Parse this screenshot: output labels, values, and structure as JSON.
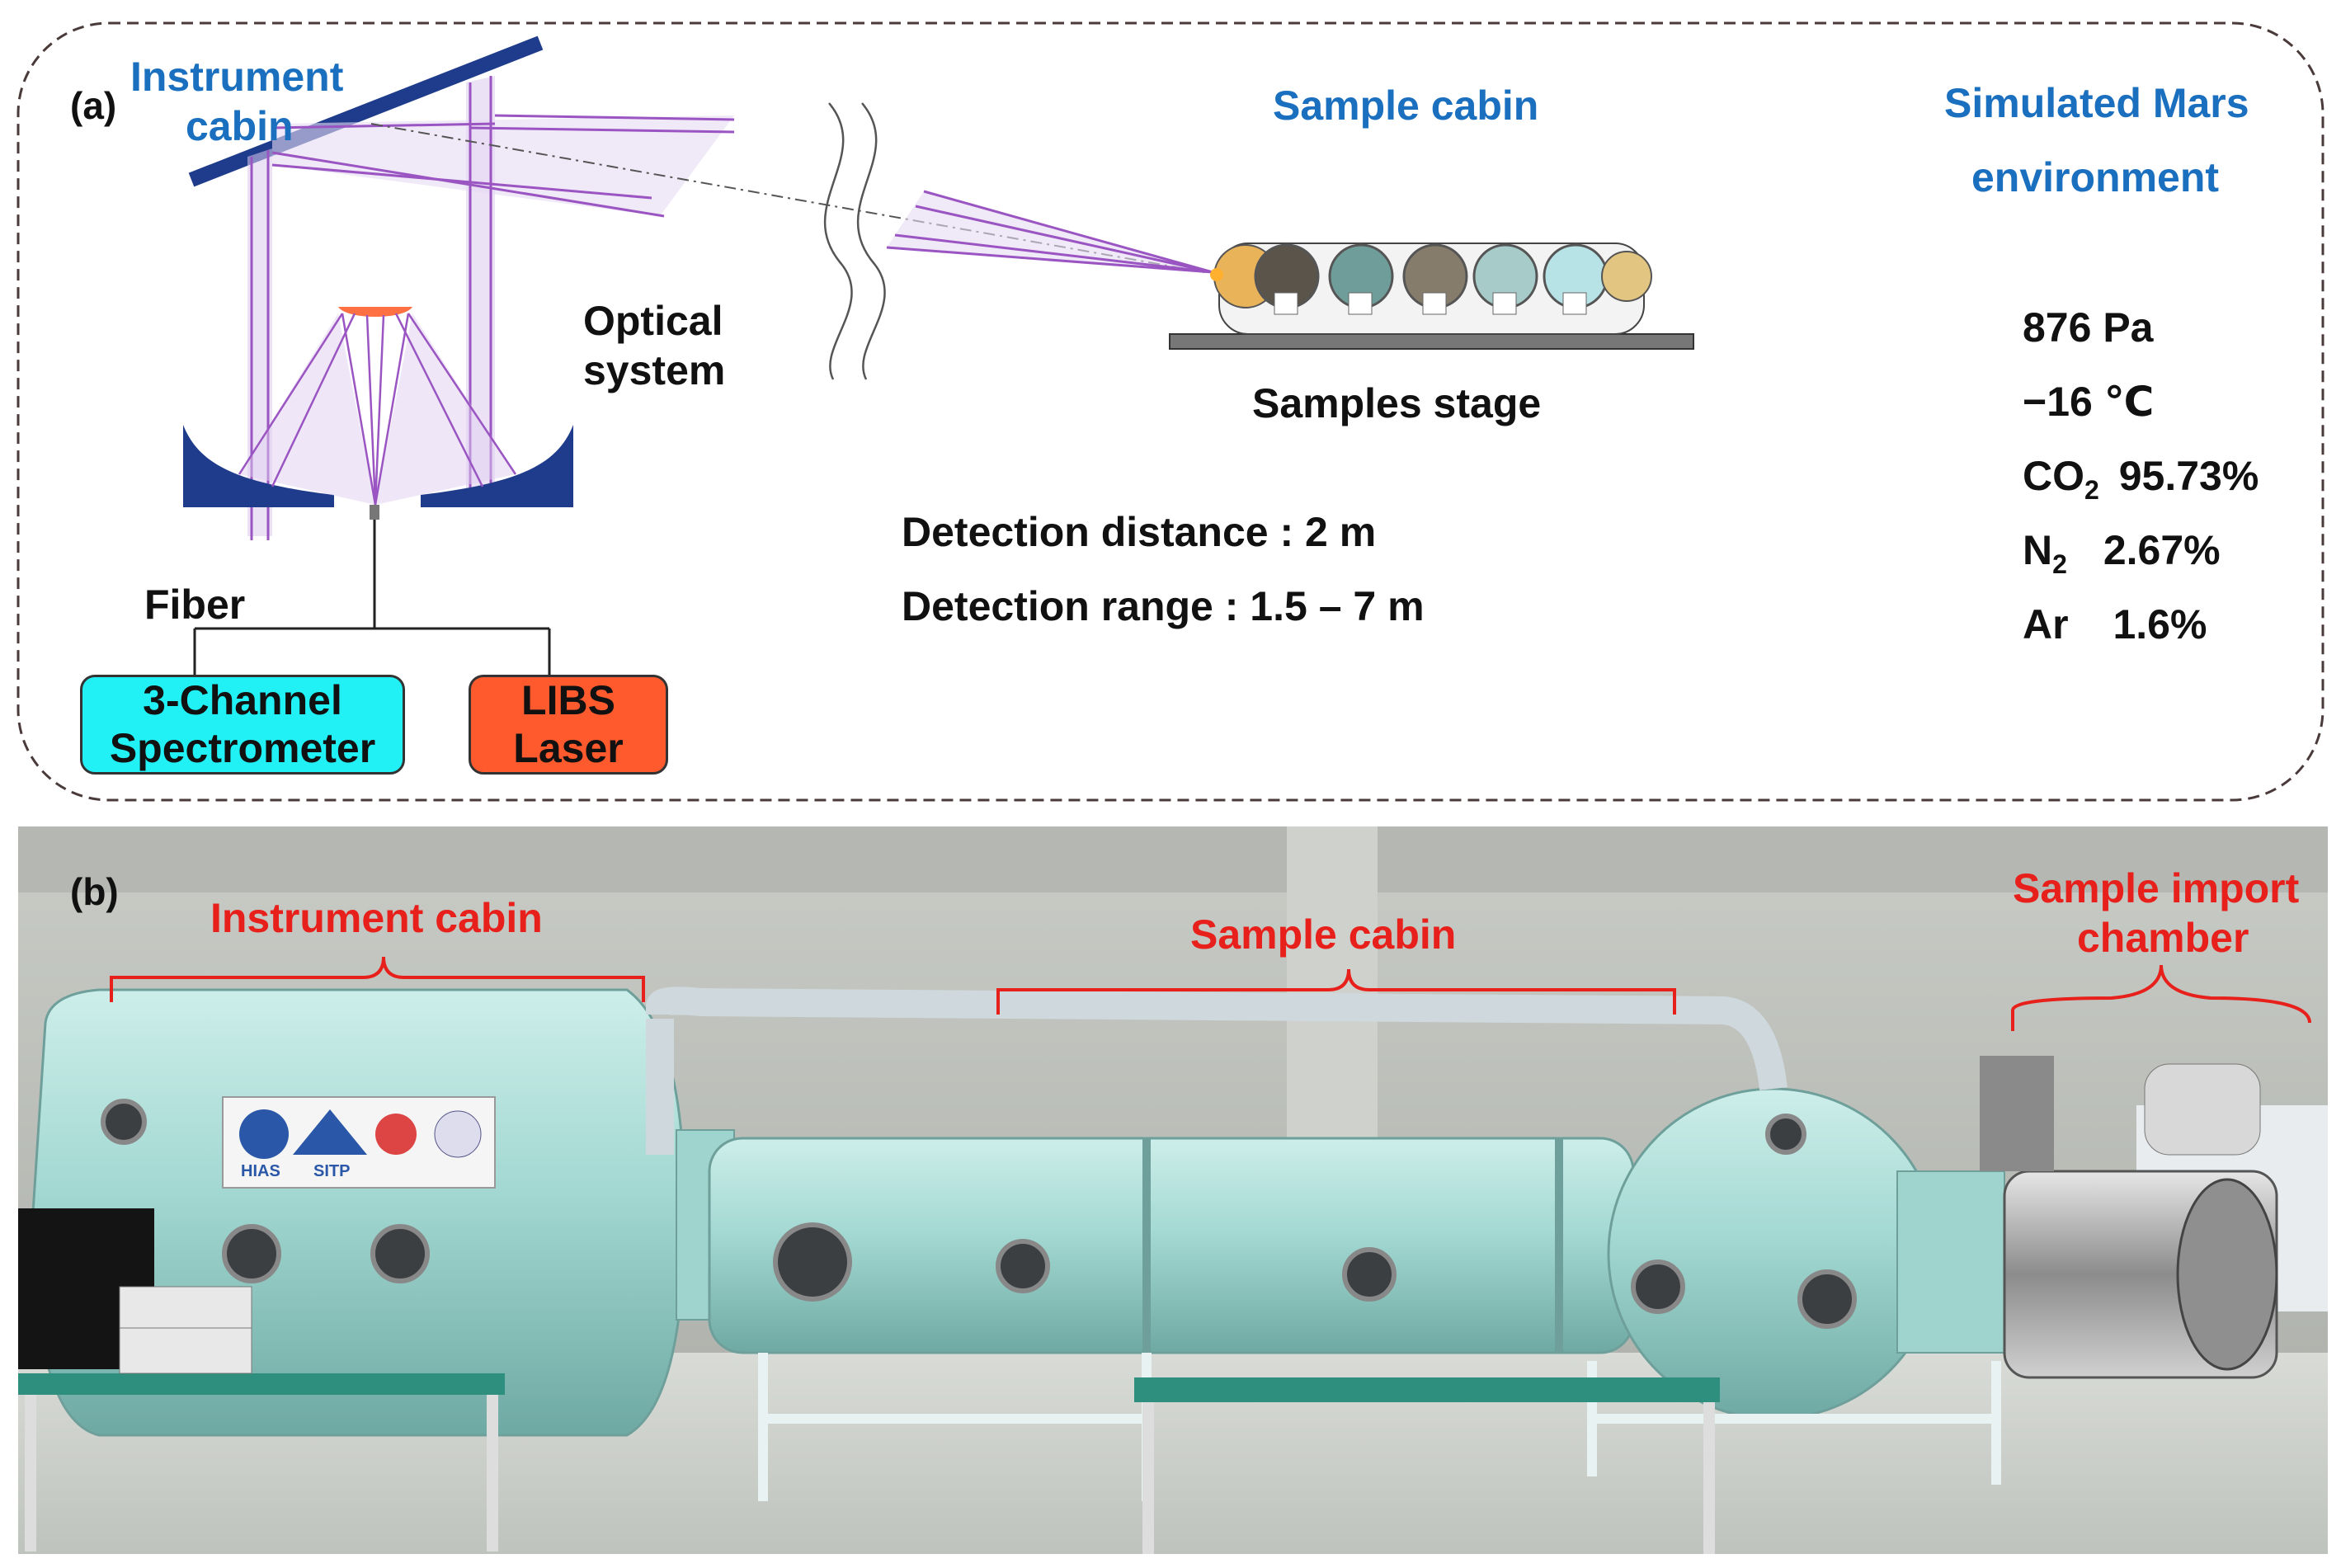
{
  "panel_a": {
    "label": "(a)",
    "instrument_cabin": [
      "Instrument",
      "cabin"
    ],
    "optical_system": [
      "Optical",
      "system"
    ],
    "fiber": "Fiber",
    "spectrometer": [
      "3-Channel",
      "Spectrometer"
    ],
    "laser": [
      "LIBS",
      "Laser"
    ],
    "sample_cabin": "Sample cabin",
    "samples_stage": "Samples stage",
    "detection_distance": "Detection distance : 2 m",
    "detection_range": "Detection range : 1.5 – 7 m",
    "mars_env": [
      "Simulated Mars",
      "environment"
    ],
    "conditions": {
      "pressure": "876 Pa",
      "temperature": "−16 ℃",
      "co2": {
        "label": "CO",
        "sub": "2",
        "value": "95.73%"
      },
      "n2": {
        "label": "N",
        "sub": "2",
        "value": "2.67%"
      },
      "ar": {
        "label": "Ar",
        "value": "1.6%"
      }
    },
    "colors": {
      "title_blue": "#1a6fbf",
      "mirror_blue": "#1f3c8c",
      "spectrometer_fill": "#21f0f5",
      "laser_fill": "#ff5a2d",
      "beam_purple": "#9a55c2",
      "focus_orange": "#ff7043"
    }
  },
  "panel_b": {
    "label": "(b)",
    "instrument_cabin": "Instrument cabin",
    "sample_cabin": "Sample cabin",
    "sample_import": [
      "Sample import",
      "chamber"
    ],
    "logos": [
      "HIAS",
      "SITP"
    ],
    "colors": {
      "annotation_red": "#e8201c",
      "chamber": "#a9dcd7"
    }
  }
}
